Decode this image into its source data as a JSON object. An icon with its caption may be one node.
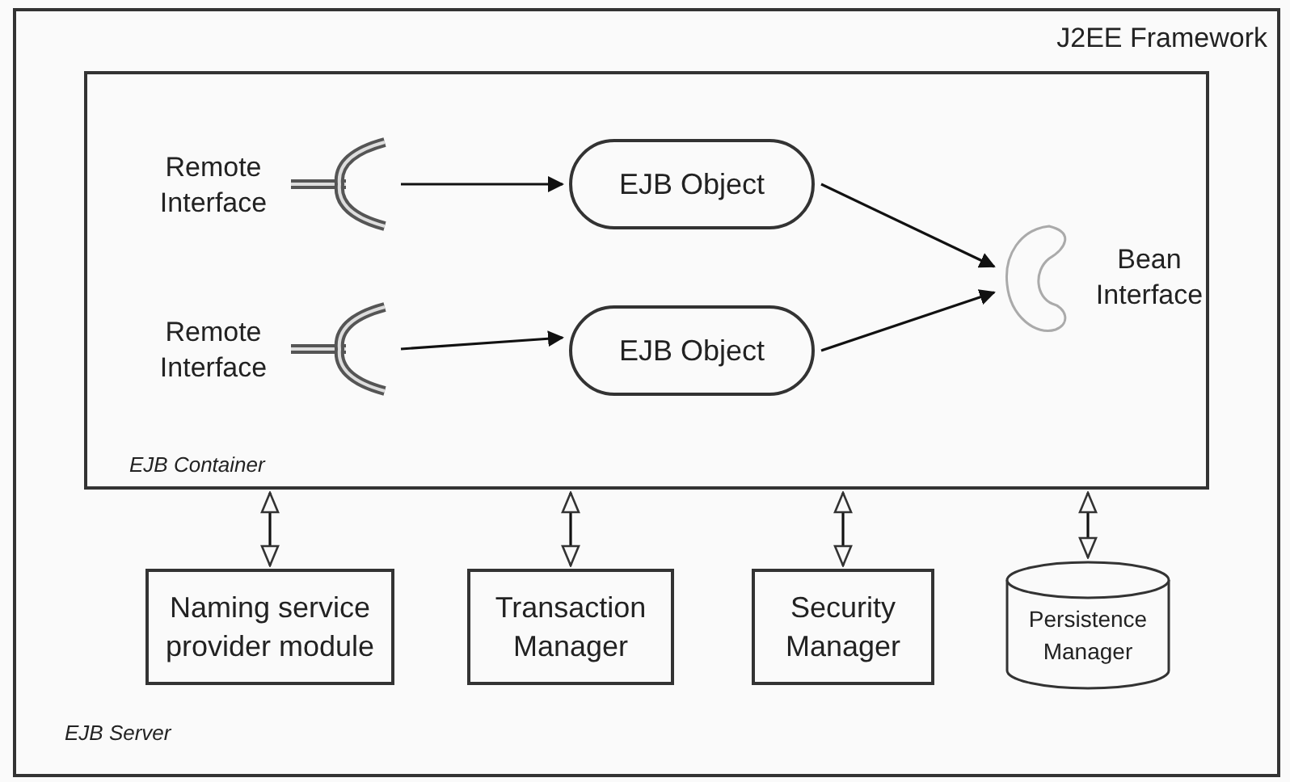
{
  "diagram": {
    "nodes": [
      {
        "text": [
          "J2EE Framework",
          "EJB Server"
        ]
      },
      {
        "text": [
          "EJB Container"
        ],
        "in": 0
      },
      {
        "text": [
          "Remote Interface"
        ],
        "in": 1
      },
      {
        "text": [
          "EJB Object"
        ],
        "in": 1
      },
      {
        "text": [
          "Remote Interface"
        ],
        "in": 1
      },
      {
        "text": [
          "EJB Object"
        ],
        "in": 1
      },
      {
        "text": [
          "Bean Interface"
        ],
        "in": 1
      },
      {
        "text": [
          "Naming service provider module"
        ],
        "in": 0
      },
      {
        "text": [
          "Transaction Manager"
        ],
        "in": 0
      },
      {
        "text": [
          "Security Manager"
        ],
        "in": 0
      },
      {
        "text": [
          "Persistence Manager"
        ],
        "in": 0
      }
    ],
    "edges": [
      {
        "from": 2,
        "to": 3,
        "arrow": "to"
      },
      {
        "from": 4,
        "to": 5,
        "arrow": "to"
      },
      {
        "from": 3,
        "to": 6,
        "arrow": "to"
      },
      {
        "from": 5,
        "to": 6,
        "arrow": "to"
      },
      {
        "from": 1,
        "to": 7,
        "arrow": "both"
      },
      {
        "from": 1,
        "to": 8,
        "arrow": "both"
      },
      {
        "from": 1,
        "to": 9,
        "arrow": "both"
      },
      {
        "from": 1,
        "to": 10,
        "arrow": "both"
      }
    ]
  }
}
